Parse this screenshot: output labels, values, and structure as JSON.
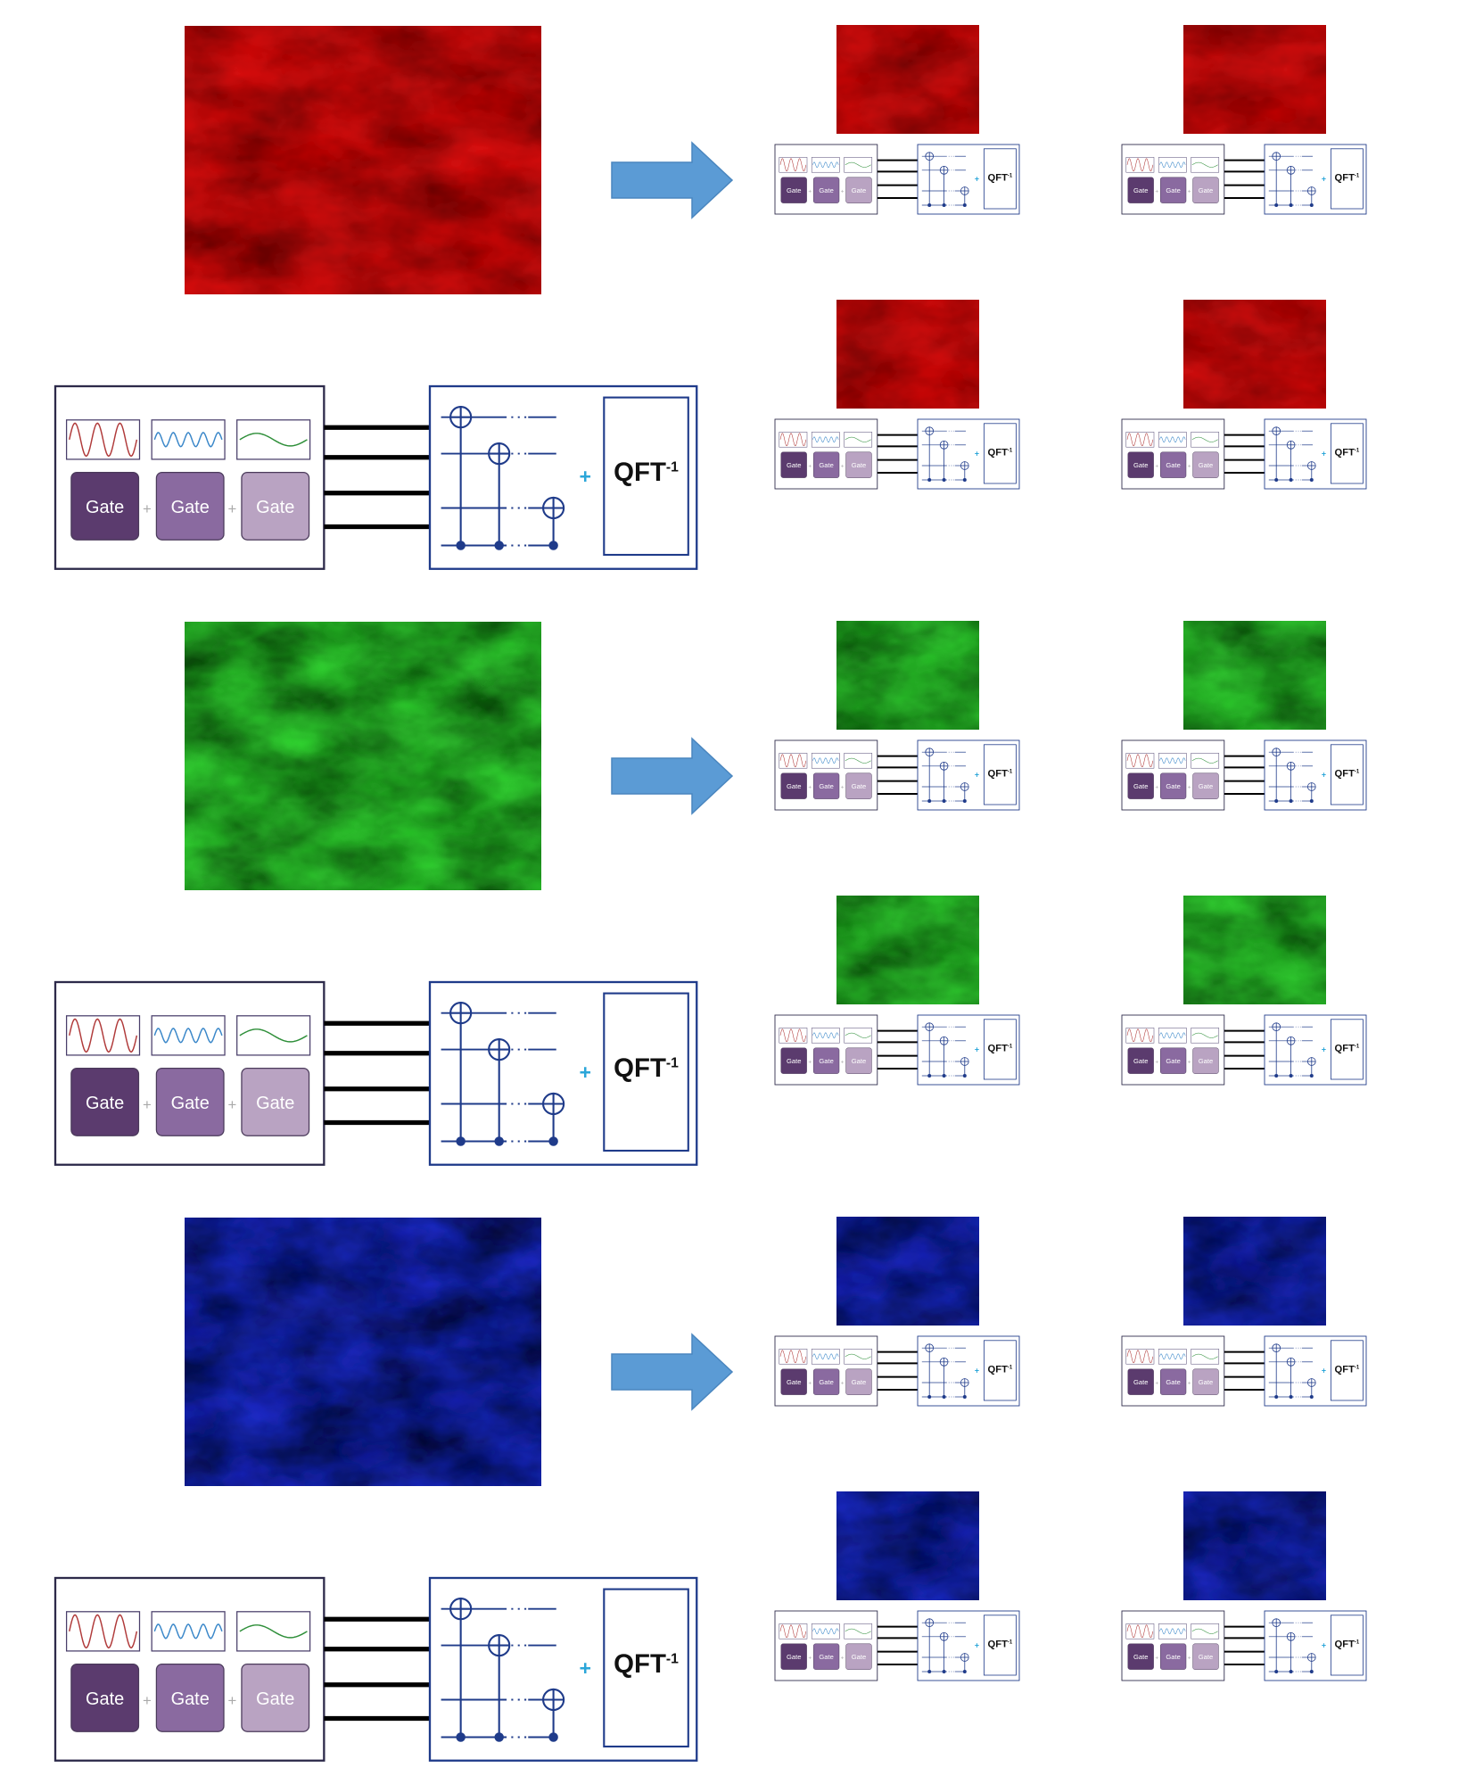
{
  "labels": {
    "gate": "Gate",
    "plus": "+",
    "qft": "QFT",
    "qft_sup": "-1"
  },
  "colors": {
    "gate_dark": "#5b3b6e",
    "gate_mid": "#8a6aa0",
    "gate_light": "#b9a3c2",
    "circuit": "#1f3b8a",
    "qft_plus": "#2ba6d9",
    "arrow": "#5b9bd5",
    "wave_red": "#b03a3a",
    "wave_blue": "#3a87c9",
    "wave_green": "#2f8f3a",
    "wire": "#000000"
  },
  "channels": [
    {
      "name": "red",
      "base": "#c00000",
      "dark": "#6a0000",
      "bright": "#ff1a1a"
    },
    {
      "name": "green",
      "base": "#1fae1f",
      "dark": "#0a4a0a",
      "bright": "#44ff44"
    },
    {
      "name": "blue",
      "base": "#0a1aa0",
      "dark": "#030833",
      "bright": "#2a3aff"
    }
  ],
  "icons": [
    "right-arrow-icon",
    "sine-wave-icon",
    "cnot-target-icon",
    "control-dot-icon"
  ]
}
